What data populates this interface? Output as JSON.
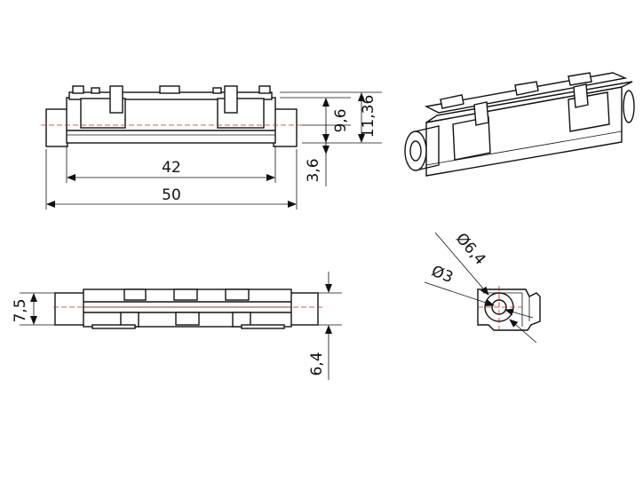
{
  "dimensions": {
    "width_inner": "42",
    "width_outer": "50",
    "height_a": "9,6",
    "height_b": "11,36",
    "offset": "3,6",
    "side_height": "7,5",
    "side_offset": "6,4",
    "dia_outer": "Ø6,4",
    "dia_inner": "Ø3"
  },
  "colors": {
    "line": "#111111",
    "centerline": "#cc2222"
  }
}
